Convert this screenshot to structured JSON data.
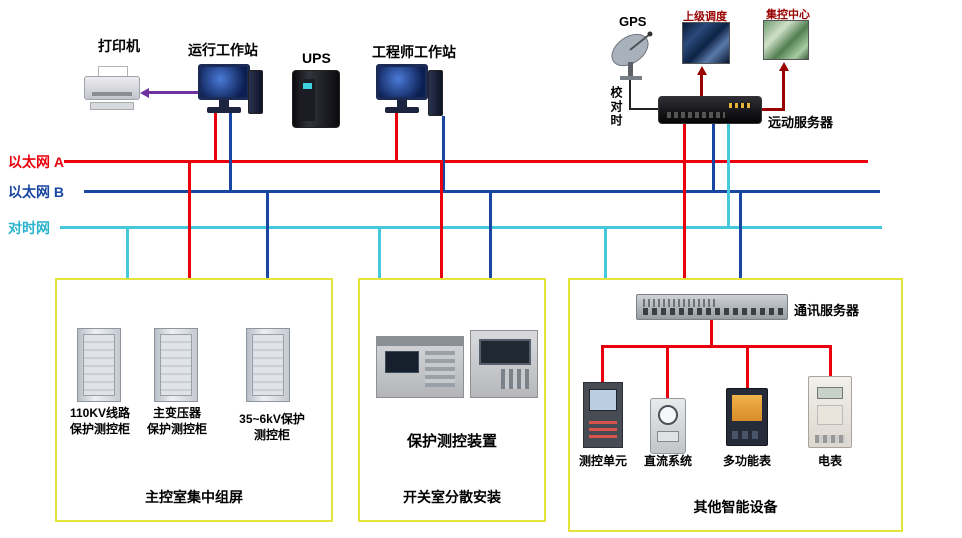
{
  "colors": {
    "ethernet_a": "#e8000d",
    "ethernet_b": "#1846a0",
    "time_network": "#45c8dc",
    "uplink_arrows": "#990000",
    "printer_link": "#7030a0",
    "group_box_border": "#e3e33c"
  },
  "top": {
    "printer_label": "打印机",
    "operator_ws_label": "运行工作站",
    "ups_label": "UPS",
    "engineer_ws_label": "工程师工作站",
    "gps_label": "GPS",
    "dispatch_label": "上级调度",
    "control_center_label": "集控中心",
    "rtu_server_label": "远动服务器",
    "time_check_label": "校对时"
  },
  "networks": {
    "eth_a": "以太网 A",
    "eth_b": "以太网 B",
    "time_net": "对时网"
  },
  "box1": {
    "caption": "主控室集中组屏",
    "cab1_line1": "110KV线路",
    "cab1_line2": "保护测控柜",
    "cab2_line1": "主变压器",
    "cab2_line2": "保护测控柜",
    "cab3_line1": "35~6kV保护",
    "cab3_line2": "测控柜"
  },
  "box2": {
    "caption": "开关室分散安装",
    "device_label": "保护测控装置"
  },
  "box3": {
    "caption": "其他智能设备",
    "comm_server_label": "通讯服务器",
    "item1": "测控单元",
    "item2": "直流系统",
    "item3": "多功能表",
    "item4": "电表"
  }
}
